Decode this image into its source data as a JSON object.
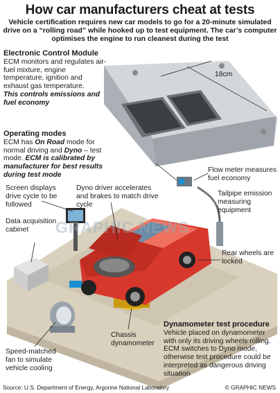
{
  "title": "How car manufacturers cheat at tests",
  "intro": "Vehicle certification requires new car models to go for a 20-minute simulated drive on a “rolling road” while hooked up to test equipment. The car’s computer optimises the engine to run cleanest during the test",
  "ecm": {
    "heading": "Electronic Control Module",
    "body": "ECM monitors and regulates air-fuel mixture, engine temperature, ignition and exhaust gas temperature.",
    "emphasis": "This controls emissions and fuel economy",
    "dimension": "18cm"
  },
  "operating_modes": {
    "heading": "Operating modes",
    "text_1": "ECM has ",
    "on_road": "On Road",
    "text_2": " mode for normal driving and ",
    "dyno": "Dyno",
    "text_3": " – test mode. ",
    "emphasis": "ECM is calibrated by manufacturer for best results during test mode"
  },
  "labels": {
    "screen": "Screen displays drive cycle to be followed",
    "dyno_driver": "Dyno driver accelerates and brakes to match drive cycle",
    "flow_meter": "Flow meter measures fuel economy",
    "tailpipe": "Tailpipe emission measuring equipment",
    "data_cabinet": "Data acquisition cabinet",
    "rear_wheels": "Rear wheels are locked",
    "chassis": "Chassis dynamometer",
    "fan": "Speed-matched fan to simulate vehicle cooling"
  },
  "dynamometer": {
    "heading": "Dynamometer test procedure",
    "body": "Vehicle placed on dynamometer with only its driving wheels rolling. ECM switches to Dyno mode, otherwise test procedure could be interpreted as dangerous driving situation"
  },
  "watermark": "GRAPHIC NEWS",
  "source": "Source: U.S. Department of Energy, Argonne National Laboratory",
  "credit": "© GRAPHIC NEWS",
  "colors": {
    "car": "#d8382c",
    "platform": "#dcd3c2",
    "ecm_metal": "#c9cdd0",
    "dyno_yellow": "#e8b820",
    "accent_blue": "#1d8fd0"
  }
}
